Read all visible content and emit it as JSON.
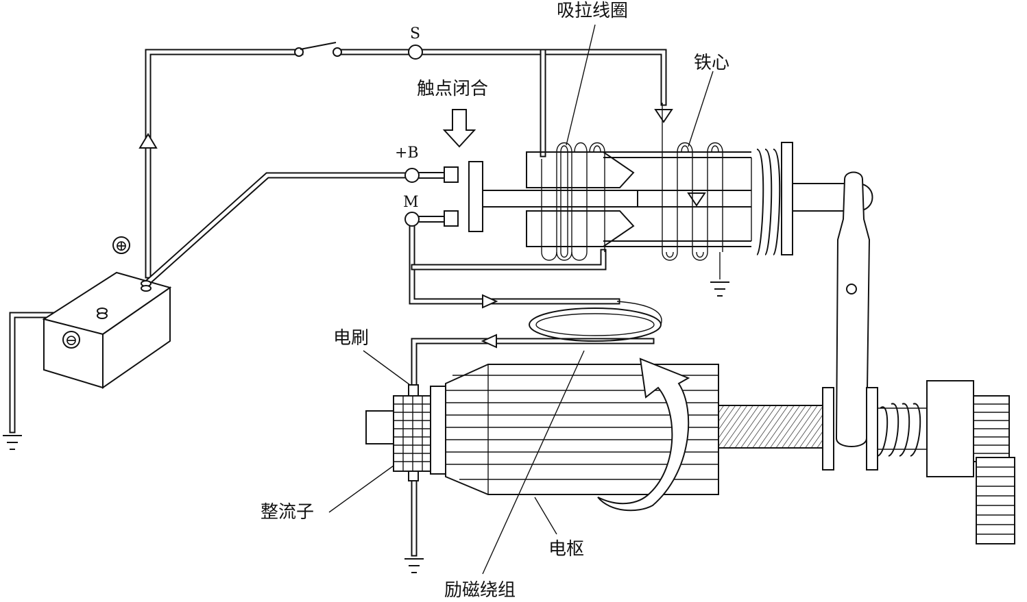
{
  "labels": {
    "switch": "S",
    "pull_in_coil": "吸拉线圈",
    "iron_core": "铁心",
    "contacts_close": "触点闭合",
    "terminal_b": "+B",
    "terminal_m": "M",
    "battery_positive": "⊕",
    "battery_negative": "⊖",
    "brush": "电刷",
    "commutator": "整流子",
    "armature": "电枢",
    "field_winding": "励磁绕组"
  },
  "colors": {
    "line": "#111111",
    "background": "#ffffff",
    "stipple": "#666666"
  }
}
